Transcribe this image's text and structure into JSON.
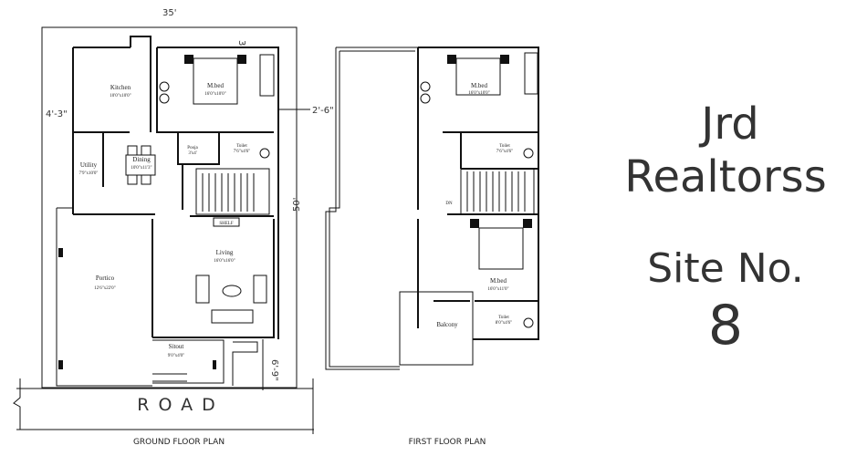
{
  "ground_floor": {
    "caption": "GROUND FLOOR PLAN",
    "dimensions": {
      "width": "35'",
      "depth": "50'",
      "setback_top": "3'",
      "setback_left": "4'-3\"",
      "setback_right": "2'-6\"",
      "setback_front": "6'-9\""
    },
    "rooms": [
      {
        "name": "Kitchen",
        "size": "10'0\"x10'0\""
      },
      {
        "name": "M.bed",
        "size": "16'0\"x10'0\""
      },
      {
        "name": "Toilet",
        "size": "7'6\"x4'6\""
      },
      {
        "name": "Pooja",
        "size": "3'x4'"
      },
      {
        "name": "Utility",
        "size": "7'9\"x10'0\""
      },
      {
        "name": "Dining",
        "size": "10'0\"x11'3\""
      },
      {
        "name": "Living",
        "size": "16'0\"x16'0\""
      },
      {
        "name": "Portico",
        "size": "12'6\"x22'0\""
      },
      {
        "name": "Sitout",
        "size": "9'0\"x4'0\""
      }
    ],
    "shelf": "SHELF",
    "road": "ROAD"
  },
  "first_floor": {
    "caption": "FIRST FLOOR PLAN",
    "rooms": [
      {
        "name": "M.bed",
        "size": "16'0\"x10'0\""
      },
      {
        "name": "Toilet",
        "size": "7'6\"x4'6\""
      },
      {
        "name": "M.bed",
        "size": "16'0\"x11'0\""
      },
      {
        "name": "Toilet",
        "size": "8'0\"x4'6\""
      },
      {
        "name": "Balcony"
      }
    ],
    "stair_label": "DN"
  },
  "branding": {
    "line1": "Jrd",
    "line2": "Realtorss",
    "site_label": "Site No.",
    "site_number": "8"
  }
}
